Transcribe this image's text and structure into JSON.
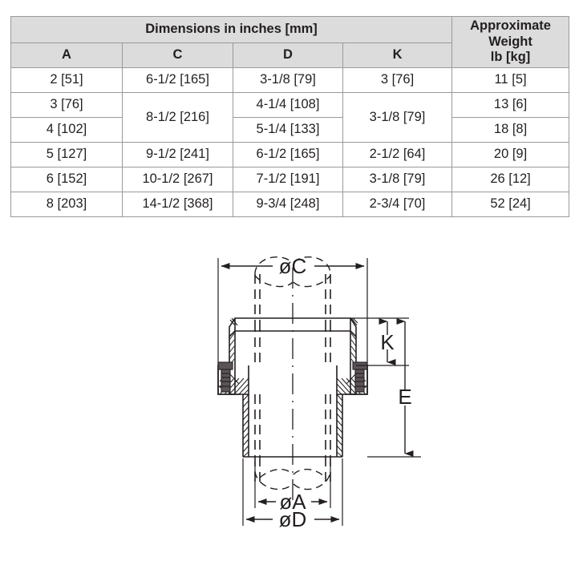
{
  "table": {
    "group_header": "Dimensions in inches [mm]",
    "weight_header_lines": [
      "Approximate",
      "Weight",
      "lb [kg]"
    ],
    "columns": [
      "A",
      "C",
      "D",
      "K",
      "Approximate Weight lb [kg]"
    ],
    "rows": [
      {
        "a": "2 [51]",
        "c": "6-1/2 [165]",
        "d": "3-1/8 [79]",
        "k": "3 [76]",
        "w": "11 [5]"
      },
      {
        "a": "3 [76]",
        "c": "8-1/2 [216]",
        "d": "4-1/4 [108]",
        "k": "3-1/8 [79]",
        "w": "13 [6]"
      },
      {
        "a": "4 [102]",
        "c": "",
        "d": "5-1/4 [133]",
        "k": "",
        "w": "18 [8]"
      },
      {
        "a": "5 [127]",
        "c": "9-1/2 [241]",
        "d": "6-1/2 [165]",
        "k": "2-1/2 [64]",
        "w": "20 [9]"
      },
      {
        "a": "6 [152]",
        "c": "10-1/2 [267]",
        "d": "7-1/2 [191]",
        "k": "3-1/8 [79]",
        "w": "26 [12]"
      },
      {
        "a": "8 [203]",
        "c": "14-1/2 [368]",
        "d": "9-3/4 [248]",
        "k": "2-3/4 [70]",
        "w": "52 [24]"
      }
    ]
  },
  "drawing": {
    "labels": {
      "diameter_c": "øC",
      "diameter_a": "øA",
      "diameter_d": "øD",
      "height_k": "K",
      "height_e": "E"
    }
  },
  "colors": {
    "header_background": "#dcdcdc",
    "cell_background": "#ffffff",
    "border": "#9a9a9a",
    "ink": "#231f20",
    "bolt_fill": "#5a5458"
  }
}
